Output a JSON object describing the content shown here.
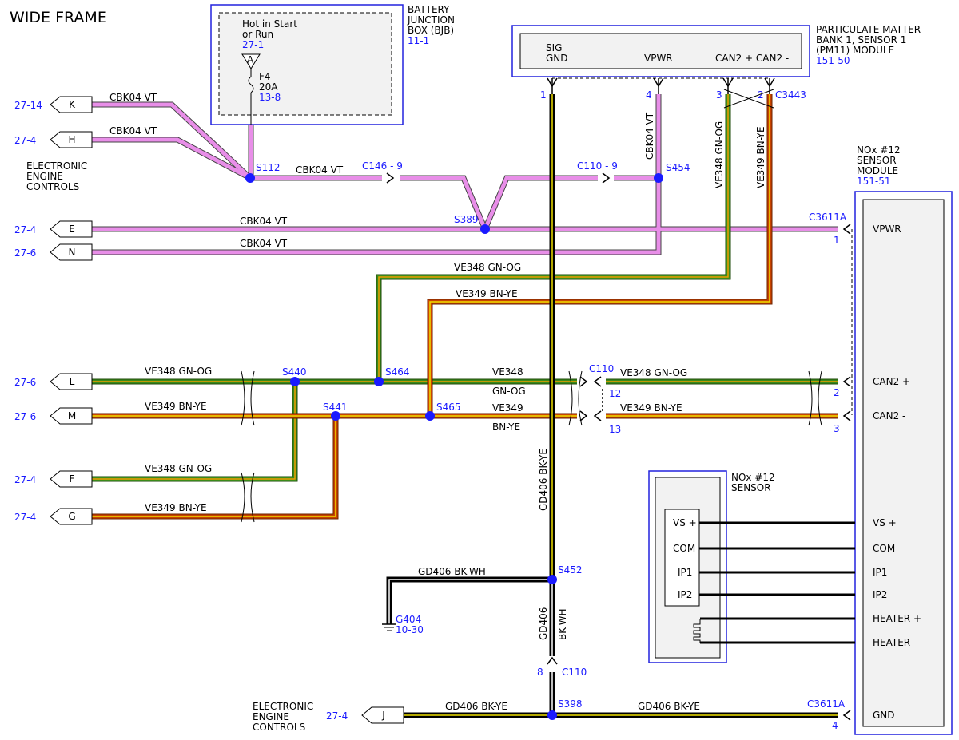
{
  "title": "WIDE FRAME",
  "bjb": {
    "name_lines": [
      "BATTERY",
      "JUNCTION",
      "BOX (BJB)"
    ],
    "ref": "11-1",
    "hot_lines": [
      "Hot in Start",
      "or Run"
    ],
    "hot_ref": "27-1",
    "pin": "A",
    "fuse": "F4",
    "amp": "20A",
    "fuse_ref": "13-8"
  },
  "pm_module": {
    "name_lines": [
      "PARTICULATE MATTER",
      "BANK 1, SENSOR 1",
      "(PM11) MODULE"
    ],
    "ref": "151-50",
    "sig_lines": [
      "SIG",
      "GND"
    ],
    "vpwr": "VPWR",
    "can": "CAN2 + CAN2 -",
    "connector": "C3443",
    "pins": [
      "1",
      "4",
      "3",
      "2"
    ]
  },
  "nox_module": {
    "name_lines": [
      "NOx #12",
      "SENSOR",
      "MODULE"
    ],
    "ref": "151-51",
    "labels": [
      "VPWR",
      "CAN2 +",
      "CAN2 -",
      "VS +",
      "COM",
      "IP1",
      "IP2",
      "HEATER +",
      "HEATER -",
      "GND"
    ],
    "connector": "C3611A",
    "pins": [
      "1",
      "2",
      "3",
      "4"
    ]
  },
  "nox_sensor": {
    "name_lines": [
      "NOx #12",
      "SENSOR"
    ],
    "labels": [
      "VS +",
      "COM",
      "IP1",
      "IP2"
    ]
  },
  "eec": {
    "lines": [
      "ELECTRONIC",
      "ENGINE",
      "CONTROLS"
    ]
  },
  "eec2": {
    "lines": [
      "ELECTRONIC",
      "ENGINE",
      "CONTROLS"
    ]
  },
  "connectors": [
    {
      "letter": "K",
      "ref": "27-14"
    },
    {
      "letter": "H",
      "ref": "27-4"
    },
    {
      "letter": "E",
      "ref": "27-4"
    },
    {
      "letter": "N",
      "ref": "27-6"
    },
    {
      "letter": "L",
      "ref": "27-6"
    },
    {
      "letter": "M",
      "ref": "27-6"
    },
    {
      "letter": "F",
      "ref": "27-4"
    },
    {
      "letter": "G",
      "ref": "27-4"
    },
    {
      "letter": "J",
      "ref": "27-4"
    }
  ],
  "splices": [
    "S112",
    "S454",
    "S389",
    "S440",
    "S464",
    "S441",
    "S465",
    "S452",
    "S398"
  ],
  "inline_connectors": {
    "c146": "C146 - 9",
    "c110_top": "C110 - 9",
    "c110_mid": "C110",
    "c110_pin12": "12",
    "c110_pin13": "13",
    "c110_bottom": "C110",
    "c110_pin8": "8"
  },
  "ground": {
    "name": "G404",
    "ref": "10-30"
  },
  "wires": {
    "cbk04": "CBK04  VT",
    "cbk04_vt": "CBK04  VT",
    "ve348": "VE348  GN-OG",
    "ve349": "VE349  BN-YE",
    "ve348_a": "VE348",
    "ve348_b": "GN-OG",
    "ve349_a": "VE349",
    "ve349_b": "BN-YE",
    "gd406_bkye": "GD406  BK-YE",
    "gd406_bkwh": "GD406  BK-WH",
    "gd406": "GD406",
    "bkwh": "BK-WH"
  },
  "colors": {
    "vt": "#e88ee8",
    "gn": "#3a8a1a",
    "og": "#f0a000",
    "bn": "#c84400",
    "ye": "#f0e000",
    "bk": "#000000",
    "wh": "#ffffff",
    "accent": "#1a1aff",
    "box": "#f2f2f2"
  }
}
